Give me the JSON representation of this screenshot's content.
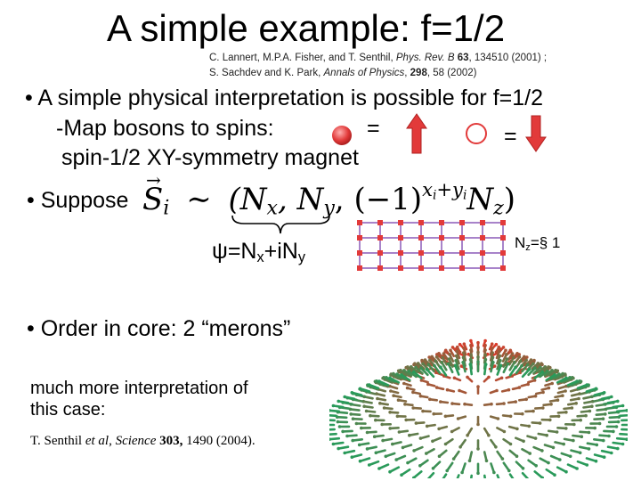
{
  "slide": {
    "title": "A simple example: f=1/2",
    "references": {
      "line1": {
        "authors": "C. Lannert, M.P.A. Fisher, and T. Senthil, ",
        "journal": "Phys. Rev. B ",
        "volume": "63",
        "rest": ", 134510 (2001) ;"
      },
      "line2": {
        "authors": "S. Sachdev and K. Park, ",
        "journal": "Annals of Physics",
        "sep": ", ",
        "volume": "298",
        "rest": ", 58 (2002)"
      }
    },
    "bullet1": {
      "marker": "•",
      "text": "A simple physical interpretation is possible for f=1/2",
      "line2": "-Map bosons to spins:",
      "line3": "spin-1/2 XY-symmetry magnet",
      "equals1": "=",
      "equals2": "="
    },
    "bullet2": {
      "marker": "•",
      "text": "Suppose",
      "formula": {
        "lhs": "S",
        "lhs_sub": "i",
        "sim": "∼",
        "part1": "(N",
        "sub_x": "x",
        "comma": ", N",
        "sub_y": "y",
        "part2": ", (−1)",
        "exponent": "x",
        "exp_sub1": "i",
        "exp_plus": "+y",
        "exp_sub2": "i",
        "part3": "N",
        "sub_z": "z",
        "close": ")"
      },
      "psi": {
        "symbol": "ψ",
        "eq": "=N",
        "sub_x": "x",
        "mid": "+iN",
        "sub_y": "y"
      },
      "nz": {
        "n": "N",
        "sub": "z",
        "rest": "=§ 1"
      }
    },
    "bullet3": {
      "marker": "•",
      "text": "Order in core: 2 “merons”"
    },
    "note": {
      "line1": "much more interpretation of",
      "line2": "this case:"
    },
    "citation": {
      "authors": "T. Senthil ",
      "etal": "et al",
      "sep": ", ",
      "journal": "Science",
      "space": " ",
      "volume": "303,",
      "rest": " 1490 (2004)."
    },
    "colors": {
      "ball": "#e23a3a",
      "arrow": "#e23a3a",
      "grid": "#8b5ab8",
      "node": "#e23a3a",
      "meron_top": "#d93a2a",
      "meron_bottom": "#2a9a5a"
    }
  }
}
